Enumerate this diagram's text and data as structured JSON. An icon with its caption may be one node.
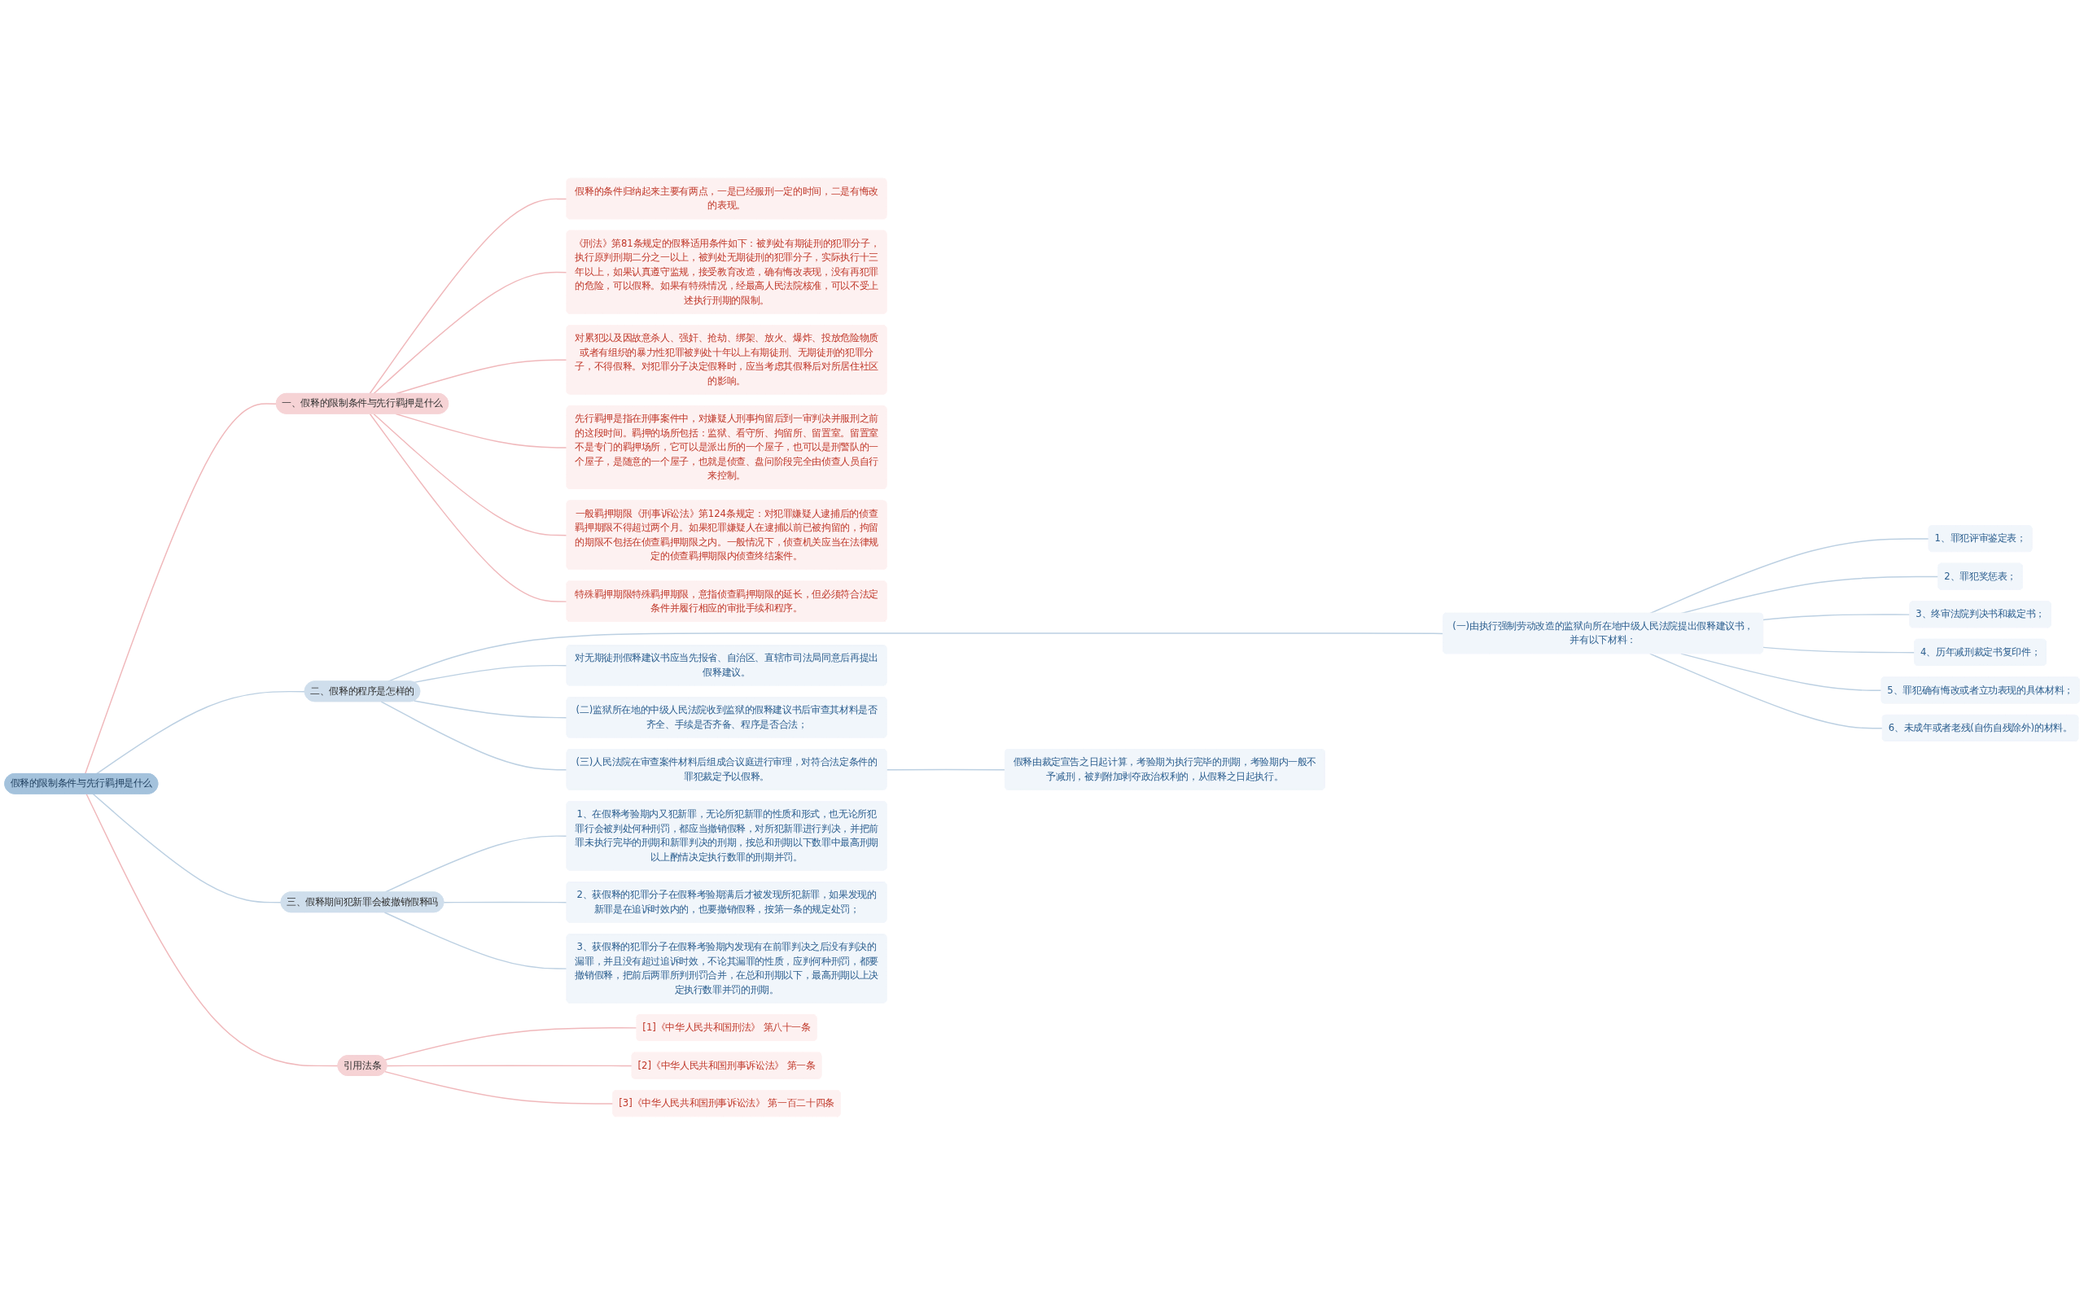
{
  "diagram": {
    "nodes": [
      {
        "text": [
          "假释的限制条件与先行羁押是什么"
        ]
      },
      {
        "text": [
          "一、假释的限制条件与先行羁押是什么"
        ]
      },
      {
        "text": [
          "假释的条件归纳起来主要有两点，一是已经服刑一定的时间，二是有悔改的表现。"
        ]
      },
      {
        "text": [
          "《刑法》第81条规定的假释适用条件如下：被判处有期徒刑的犯罪分子，执行原判刑期二分之一以上，被判处无期徒刑的犯罪分子，实际执行十三年以上，如果认真遵守监规，接受教育改造，确有悔改表现，没有再犯罪的危险，可以假释。如果有特殊情况，经最高人民法院核准，可以不受上述执行刑期的限制。"
        ]
      },
      {
        "text": [
          "对累犯以及因故意杀人、强奸、抢劫、绑架、放火、爆炸、投放危险物质或者有组织的暴力性犯罪被判处十年以上有期徒刑、无期徒刑的犯罪分子，不得假释。对犯罪分子决定假释时，应当考虑其假释后对所居住社区的影响。"
        ]
      },
      {
        "text": [
          "先行羁押是指在刑事案件中，对嫌疑人刑事拘留后到一审判决并服刑之前的这段时间。羁押的场所包括：监狱、看守所、拘留所、留置室。留置室不是专门的羁押场所，它可以是派出所的一个屋子，也可以是刑警队的一个屋子，是随意的一个屋子，也就是侦查、盘问阶段完全由侦查人员自行来控制。"
        ]
      },
      {
        "text": [
          "一般羁押期限《刑事诉讼法》第124条规定：对犯罪嫌疑人逮捕后的侦查羁押期限不得超过两个月。如果犯罪嫌疑人在逮捕以前已被拘留的，拘留的期限不包括在侦查羁押期限之内。一般情况下，侦查机关应当在法律规定的侦查羁押期限内侦查终结案件。"
        ]
      },
      {
        "text": [
          "特殊羁押期限特殊羁押期限，意指侦查羁押期限的延长，但必须符合法定条件并履行相应的审批手续和程序。"
        ]
      },
      {
        "text": [
          "二、假释的程序是怎样的"
        ]
      },
      {
        "text": [
          "(一)由执行强制劳动改造的监狱向所在地中级人民法院提出假释建议书，并有以下材料："
        ]
      },
      {
        "text": [
          "1、罪犯评审鉴定表；"
        ]
      },
      {
        "text": [
          "2、罪犯奖惩表；"
        ]
      },
      {
        "text": [
          "3、终审法院判决书和裁定书；"
        ]
      },
      {
        "text": [
          "4、历年减刑裁定书复印件；"
        ]
      },
      {
        "text": [
          "5、罪犯确有悔改或者立功表现的具体材料；"
        ]
      },
      {
        "text": [
          "6、未成年或者老残(自伤自残除外)的材料。"
        ]
      },
      {
        "text": [
          "对无期徒刑假释建议书应当先报省、自治区、直辖市司法局同意后再提出假释建议。"
        ]
      },
      {
        "text": [
          "(二)监狱所在地的中级人民法院收到监狱的假释建议书后审查其材料是否齐全、手续是否齐备、程序是否合法；"
        ]
      },
      {
        "text": [
          "(三)人民法院在审查案件材料后组成合议庭进行审理，对符合法定条件的罪犯裁定予以假释。"
        ]
      },
      {
        "text": [
          "假释由裁定宣告之日起计算，考验期为执行完毕的刑期，考验期内一般不予减刑，被判附加剥夺政治权利的，从假释之日起执行。"
        ]
      },
      {
        "text": [
          "三、假释期间犯新罪会被撤销假释吗"
        ]
      },
      {
        "text": [
          "1、在假释考验期内又犯新罪，无论所犯新罪的性质和形式，也无论所犯罪行会被判处何种刑罚，都应当撤销假释，对所犯新罪进行判决，并把前罪未执行完毕的刑期和新罪判决的刑期，按总和刑期以下数罪中最高刑期以上酌情决定执行数罪的刑期并罚。"
        ]
      },
      {
        "text": [
          "2、获假释的犯罪分子在假释考验期满后才被发现所犯新罪，如果发现的新罪是在追诉时效内的，也要撤销假释，按第一条的规定处罚；"
        ]
      },
      {
        "text": [
          "3、获假释的犯罪分子在假释考验期内发现有在前罪判决之后没有判决的漏罪，并且没有超过追诉时效，不论其漏罪的性质，应判何种刑罚，都要撤销假释，把前后两罪所判刑罚合并，在总和刑期以下，最高刑期以上决定执行数罪并罚的刑期。"
        ]
      },
      {
        "text": [
          "引用法条"
        ]
      },
      {
        "text": [
          "[1]《中华人民共和国刑法》 第八十一条"
        ]
      },
      {
        "text": [
          "[2]《中华人民共和国刑事诉讼法》 第一条"
        ]
      },
      {
        "text": [
          "[3]《中华人民共和国刑事诉讼法》 第一百二十四条"
        ]
      }
    ],
    "edges": [
      {
        "from": 0,
        "to": 1,
        "arrow": "none",
        "color": "#f0b8bb"
      },
      {
        "from": 1,
        "to": 2,
        "arrow": "none",
        "color": "#f0b8bb"
      },
      {
        "from": 1,
        "to": 3,
        "arrow": "none",
        "color": "#f0b8bb"
      },
      {
        "from": 1,
        "to": 4,
        "arrow": "none",
        "color": "#f0b8bb"
      },
      {
        "from": 1,
        "to": 5,
        "arrow": "none",
        "color": "#f0b8bb"
      },
      {
        "from": 1,
        "to": 6,
        "arrow": "none",
        "color": "#f0b8bb"
      },
      {
        "from": 1,
        "to": 7,
        "arrow": "none",
        "color": "#f0b8bb"
      },
      {
        "from": 0,
        "to": 8,
        "arrow": "none"
      },
      {
        "from": 8,
        "to": 9,
        "arrow": "none"
      },
      {
        "from": 9,
        "to": 10,
        "arrow": "none"
      },
      {
        "from": 9,
        "to": 11,
        "arrow": "none"
      },
      {
        "from": 9,
        "to": 12,
        "arrow": "none"
      },
      {
        "from": 9,
        "to": 13,
        "arrow": "none"
      },
      {
        "from": 9,
        "to": 14,
        "arrow": "none"
      },
      {
        "from": 9,
        "to": 15,
        "arrow": "none"
      },
      {
        "from": 8,
        "to": 16,
        "arrow": "none"
      },
      {
        "from": 8,
        "to": 17,
        "arrow": "none"
      },
      {
        "from": 8,
        "to": 18,
        "arrow": "none"
      },
      {
        "from": 18,
        "to": 19,
        "arrow": "none"
      },
      {
        "from": 0,
        "to": 20,
        "arrow": "none"
      },
      {
        "from": 20,
        "to": 21,
        "arrow": "none"
      },
      {
        "from": 20,
        "to": 22,
        "arrow": "none"
      },
      {
        "from": 20,
        "to": 23,
        "arrow": "none"
      },
      {
        "from": 0,
        "to": 24,
        "arrow": "none",
        "color": "#f0b8bb"
      },
      {
        "from": 24,
        "to": 25,
        "arrow": "none",
        "color": "#f0b8bb"
      },
      {
        "from": 24,
        "to": 26,
        "arrow": "none",
        "color": "#f0b8bb"
      },
      {
        "from": 24,
        "to": 27,
        "arrow": "none",
        "color": "#f0b8bb"
      }
    ]
  }
}
